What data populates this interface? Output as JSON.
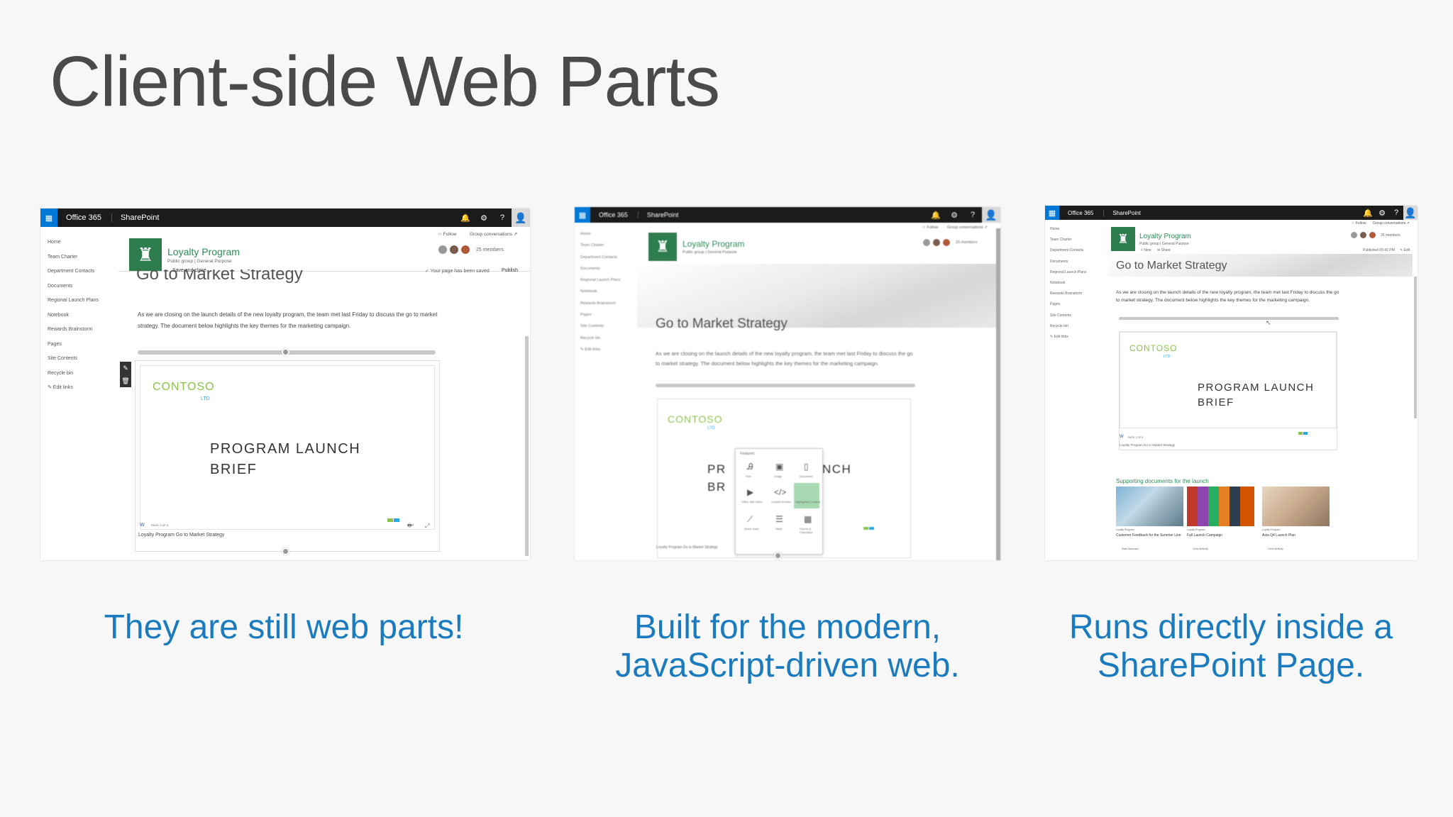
{
  "title": "Client-side Web Parts",
  "topbar": {
    "waffle": "▦",
    "brand": "Office 365",
    "app": "SharePoint",
    "bell": "🔔",
    "gear": "⚙",
    "help": "?",
    "avatar": "👤"
  },
  "nav": [
    "Home",
    "Team Charter",
    "Department Contacts",
    "Documents",
    "Regional Launch Plans",
    "Notebook",
    "Rewards Brainstorm",
    "Pages",
    "Site Contents",
    "Recycle bin",
    "✎ Edit links"
  ],
  "site": {
    "name": "Loyalty Program",
    "subtitle": "Public group  |  General Purpose",
    "members": "25 members",
    "follow": "☆ Follow",
    "conversations": "Group conversations ↗"
  },
  "shot1": {
    "save_close": "Save and close",
    "saved": "✓ Your page has been saved",
    "publish": "Publish",
    "page_title": "Go to Market Strategy",
    "body": "As we are closing on the launch details of the new loyalty program, the team met last Friday to discuss the go to market strategy. The document below highlights the key themes for the marketing campaign.",
    "page_of": "PAGE 1 OF 8",
    "caption_field": "Loyalty Program Go to Market Strategy"
  },
  "doc": {
    "contoso": "CONTOSO",
    "ltd": "LTD",
    "brief_line1": "PROGRAM LAUNCH",
    "brief_line2": "BRIEF"
  },
  "shot2": {
    "page_title": "Go to Market Strategy",
    "body": "As we are closing on the launch details of the new loyalty program, the team met last Friday to discuss the go to market strategy. The document below highlights the key themes for the marketing campaign.",
    "toolbox_header": "Featured",
    "tools": [
      "Text",
      "Image",
      "Document",
      "Office 365 Video",
      "Content Embed",
      "Highlighted Content",
      "Quick chart",
      "Table",
      "Events & Calendars"
    ],
    "brief_frag1": "PR",
    "brief_frag2": "BR",
    "brief_frag3": "NCH",
    "caption_field": "Loyalty Program Go to Market Strategy"
  },
  "shot3": {
    "new": "+ New",
    "share": "✉ Share",
    "published": "Published 05:41 PM",
    "edit": "✎ Edit",
    "page_title": "Go to Market Strategy",
    "body": "As we are closing on the launch details of the new loyalty program, the team met last Friday to discuss the go to market strategy. The document below highlights the key themes for the marketing campaign.",
    "supporting": "Supporting documents for the launch",
    "page_of": "PAGE 1 OF 8",
    "caption_field": "Loyalty Program Go to Market Strategy",
    "cards": [
      {
        "tag": "Loyalty Program",
        "title": "Customer Feedback for the Summer Line",
        "author": "Mark Kashman"
      },
      {
        "tag": "Loyalty Program",
        "title": "Fall Launch Campaign",
        "author": "Chris McNulty"
      },
      {
        "tag": "Loyalty Program",
        "title": "Asia Q4 Launch Plan",
        "author": "Chris McNulty"
      }
    ]
  },
  "captions": {
    "c1": "They are still web parts!",
    "c2_line1": "Built for the modern,",
    "c2_line2": "JavaScript-driven web.",
    "c3_line1": "Runs directly inside a",
    "c3_line2": "SharePoint Page."
  },
  "colors": {
    "accent_blue": "#1a7bbf",
    "site_green": "#2e7d4f",
    "o365_bar": "#1b1b1b",
    "waffle_blue": "#0078d7",
    "contoso_green": "#8bc34a"
  }
}
